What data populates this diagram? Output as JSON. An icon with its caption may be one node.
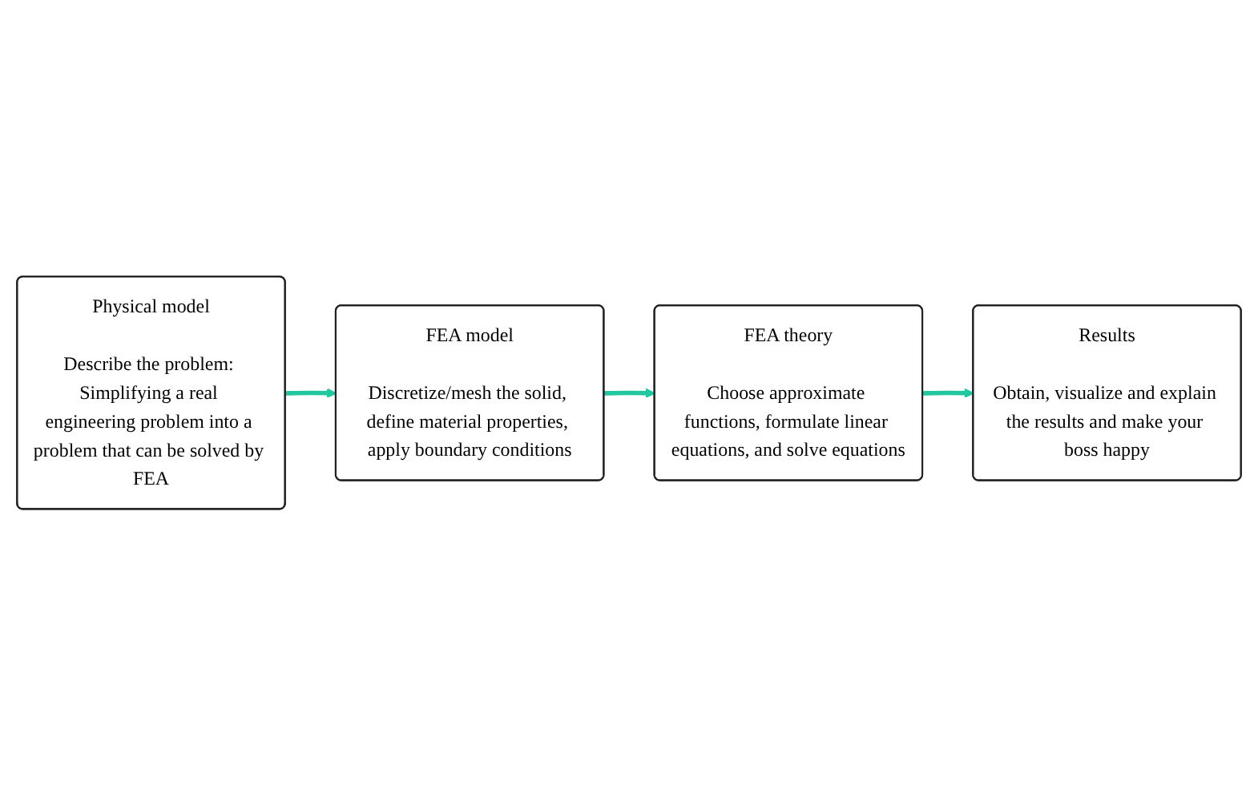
{
  "diagram": {
    "nodes": [
      {
        "text": [
          "Physical model",
          "Describe the problem: Simplifying a real engineering problem into a problem that can be solved by FEA"
        ]
      },
      {
        "text": [
          "FEA model",
          "Discretize/mesh the solid, define material properties, apply boundary conditions"
        ]
      },
      {
        "text": [
          "Results",
          "Obtain, visualize and explain the results and make your boss happy"
        ]
      },
      {
        "text": [
          "FEA theory",
          "Choose approximate functions, formulate linear equations, and solve equations"
        ]
      }
    ],
    "edges": [
      {
        "from": 0,
        "to": 1,
        "arrow": "to"
      },
      {
        "from": 1,
        "to": 3,
        "arrow": "to"
      },
      {
        "from": 3,
        "to": 2,
        "arrow": "to"
      }
    ]
  }
}
